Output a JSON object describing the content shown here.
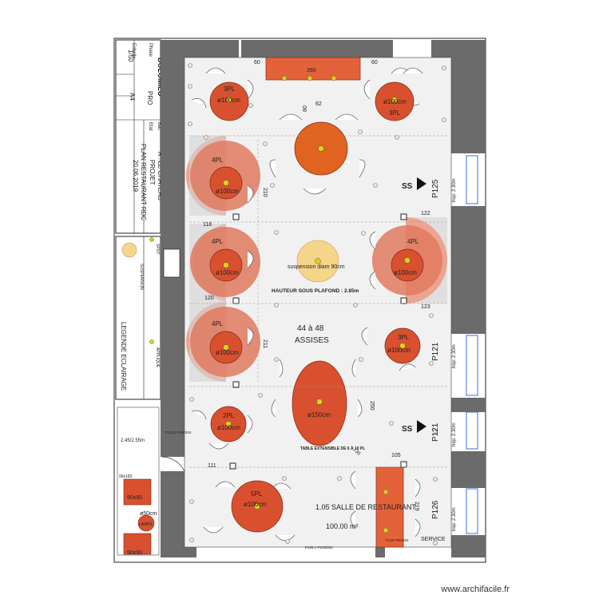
{
  "title_block": {
    "client": "DOLOMIEU",
    "phase": "Phase",
    "pro": "PRO",
    "echelle_label": "Echelle",
    "echelle": "1/50",
    "format": "A4",
    "bat_label": "Bât.",
    "bat": "A . LE CHATEAU",
    "etat_label": "Etat",
    "etat": "PROJET",
    "plan_title": "PLAN RESTAURANT RDC",
    "date": "20.06.2019"
  },
  "legend": {
    "title": "LEGENDE ECLAIRAGE",
    "spot": "SPOT",
    "suspension": "SUSPENSION",
    "applique": "APPLIQUE"
  },
  "room": {
    "name": "1.05 SALLE DE RESTAURANT",
    "area": "100.00 m²",
    "capacity": "44 à 48",
    "capacity_label": "ASSISES",
    "ceiling": "HAUTEUR SOUS PLAFOND : 2.85m",
    "suspension_note": "suspension diam 90cm",
    "extensible_table": "TABLE EXTENSIBLE DE 6 À 10 PL"
  },
  "tables": [
    {
      "places": "3PL",
      "diameter": "ø100cm",
      "color": "#d9502e"
    },
    {
      "places": "3PL",
      "diameter": "ø100cm",
      "color": "#d9502e"
    },
    {
      "places": "4PL",
      "diameter": "ø100cm",
      "color": "#d9502e"
    },
    {
      "places": "4PL",
      "diameter": "ø100cm",
      "color": "#d9502e"
    },
    {
      "places": "4PL",
      "diameter": "ø100cm",
      "color": "#d9502e"
    },
    {
      "places": "4PL",
      "diameter": "ø100cm",
      "color": "#d9502e"
    },
    {
      "places": "3PL",
      "diameter": "ø100cm",
      "color": "#d9502e"
    },
    {
      "places": "2PL",
      "diameter": "ø100cm",
      "color": "#d9502e"
    },
    {
      "places": "5PL",
      "diameter": "ø100cm",
      "color": "#d9502e"
    },
    {
      "places": "",
      "diameter": "ø150cm",
      "color": "#d9502e"
    }
  ],
  "dimensions": [
    "60",
    "260",
    "60",
    "80",
    "62",
    "210",
    "118",
    "122",
    "120",
    "123",
    "211",
    "250",
    "111",
    "105",
    "219",
    "130"
  ],
  "openings": {
    "p125": "P125",
    "p121a": "P121",
    "p121b": "P121",
    "p126": "P126",
    "ss": "SS",
    "hsp1": "hsp: 2.30m",
    "hsp2": "hsp: 2.30m",
    "hsp3": "hsp: 2.30m",
    "hsp4": "hsp: 2.30m",
    "service": "SERVICE",
    "p105_1": "P105.1 P106/204",
    "p105_2": "P105.2 P06/204",
    "hall_hsp": "2.45/2.55m",
    "p128": "P128 P06/204"
  },
  "annex": {
    "sofa1": "90x90",
    "sofa2": "90x90",
    "lamp": "LAMPE",
    "dia": "ø50cm",
    "dim": "99x182"
  },
  "colors": {
    "table": "#d9502e",
    "big_table": "#e0631f",
    "halo": "#e88a70",
    "pendant": "#f6d48a",
    "bulb": "#d9d31a",
    "wall": "#6b6b6b",
    "floor": "#f1f1f1"
  },
  "footer": {
    "watermark": "www.archifacile.fr"
  }
}
